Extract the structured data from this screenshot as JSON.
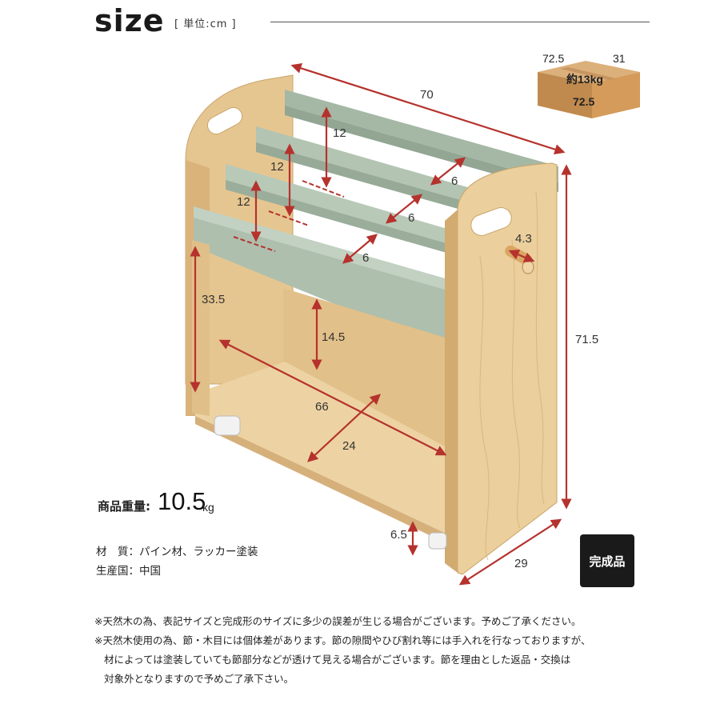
{
  "header": {
    "title": "size",
    "unit": "[ 単位:cm ]"
  },
  "package": {
    "width": "72.5",
    "depth": "31",
    "weight": "約13kg",
    "length": "72.5"
  },
  "dimensions": {
    "width_top": "70",
    "compartment_height_1": "12",
    "compartment_height_2": "12",
    "compartment_height_3": "12",
    "gap_1": "6",
    "gap_2": "6",
    "gap_3": "6",
    "handle_depth": "4.3",
    "lower_height": "33.5",
    "shelf_height": "14.5",
    "total_height": "71.5",
    "shelf_width": "66",
    "shelf_depth": "24",
    "caster_height": "6.5",
    "depth": "29"
  },
  "product": {
    "weight_label": "商品重量:",
    "weight_value": "10.5",
    "weight_unit": "kg",
    "material": "材　質：パイン材、ラッカー塗装",
    "origin": "生産国：中国",
    "badge": "完成品"
  },
  "notes": [
    "※天然木の為、表記サイズと完成形のサイズに多少の誤差が生じる場合がございます。予めご了承ください。",
    "※天然木使用の為、節・木目には個体差があります。節の隙間やひび割れ等には手入れを行なっておりますが、",
    "材によっては塗装していても節部分などが透けて見える場合がございます。節を理由とした返品・交換は",
    "対象外となりますので予めご了承下さい。"
  ],
  "colors": {
    "wood": "#e9cc9a",
    "wood_dark": "#c9a46a",
    "slat": "#a9bcaa",
    "arrow": "#b5322d",
    "box": "#c89a5e"
  }
}
